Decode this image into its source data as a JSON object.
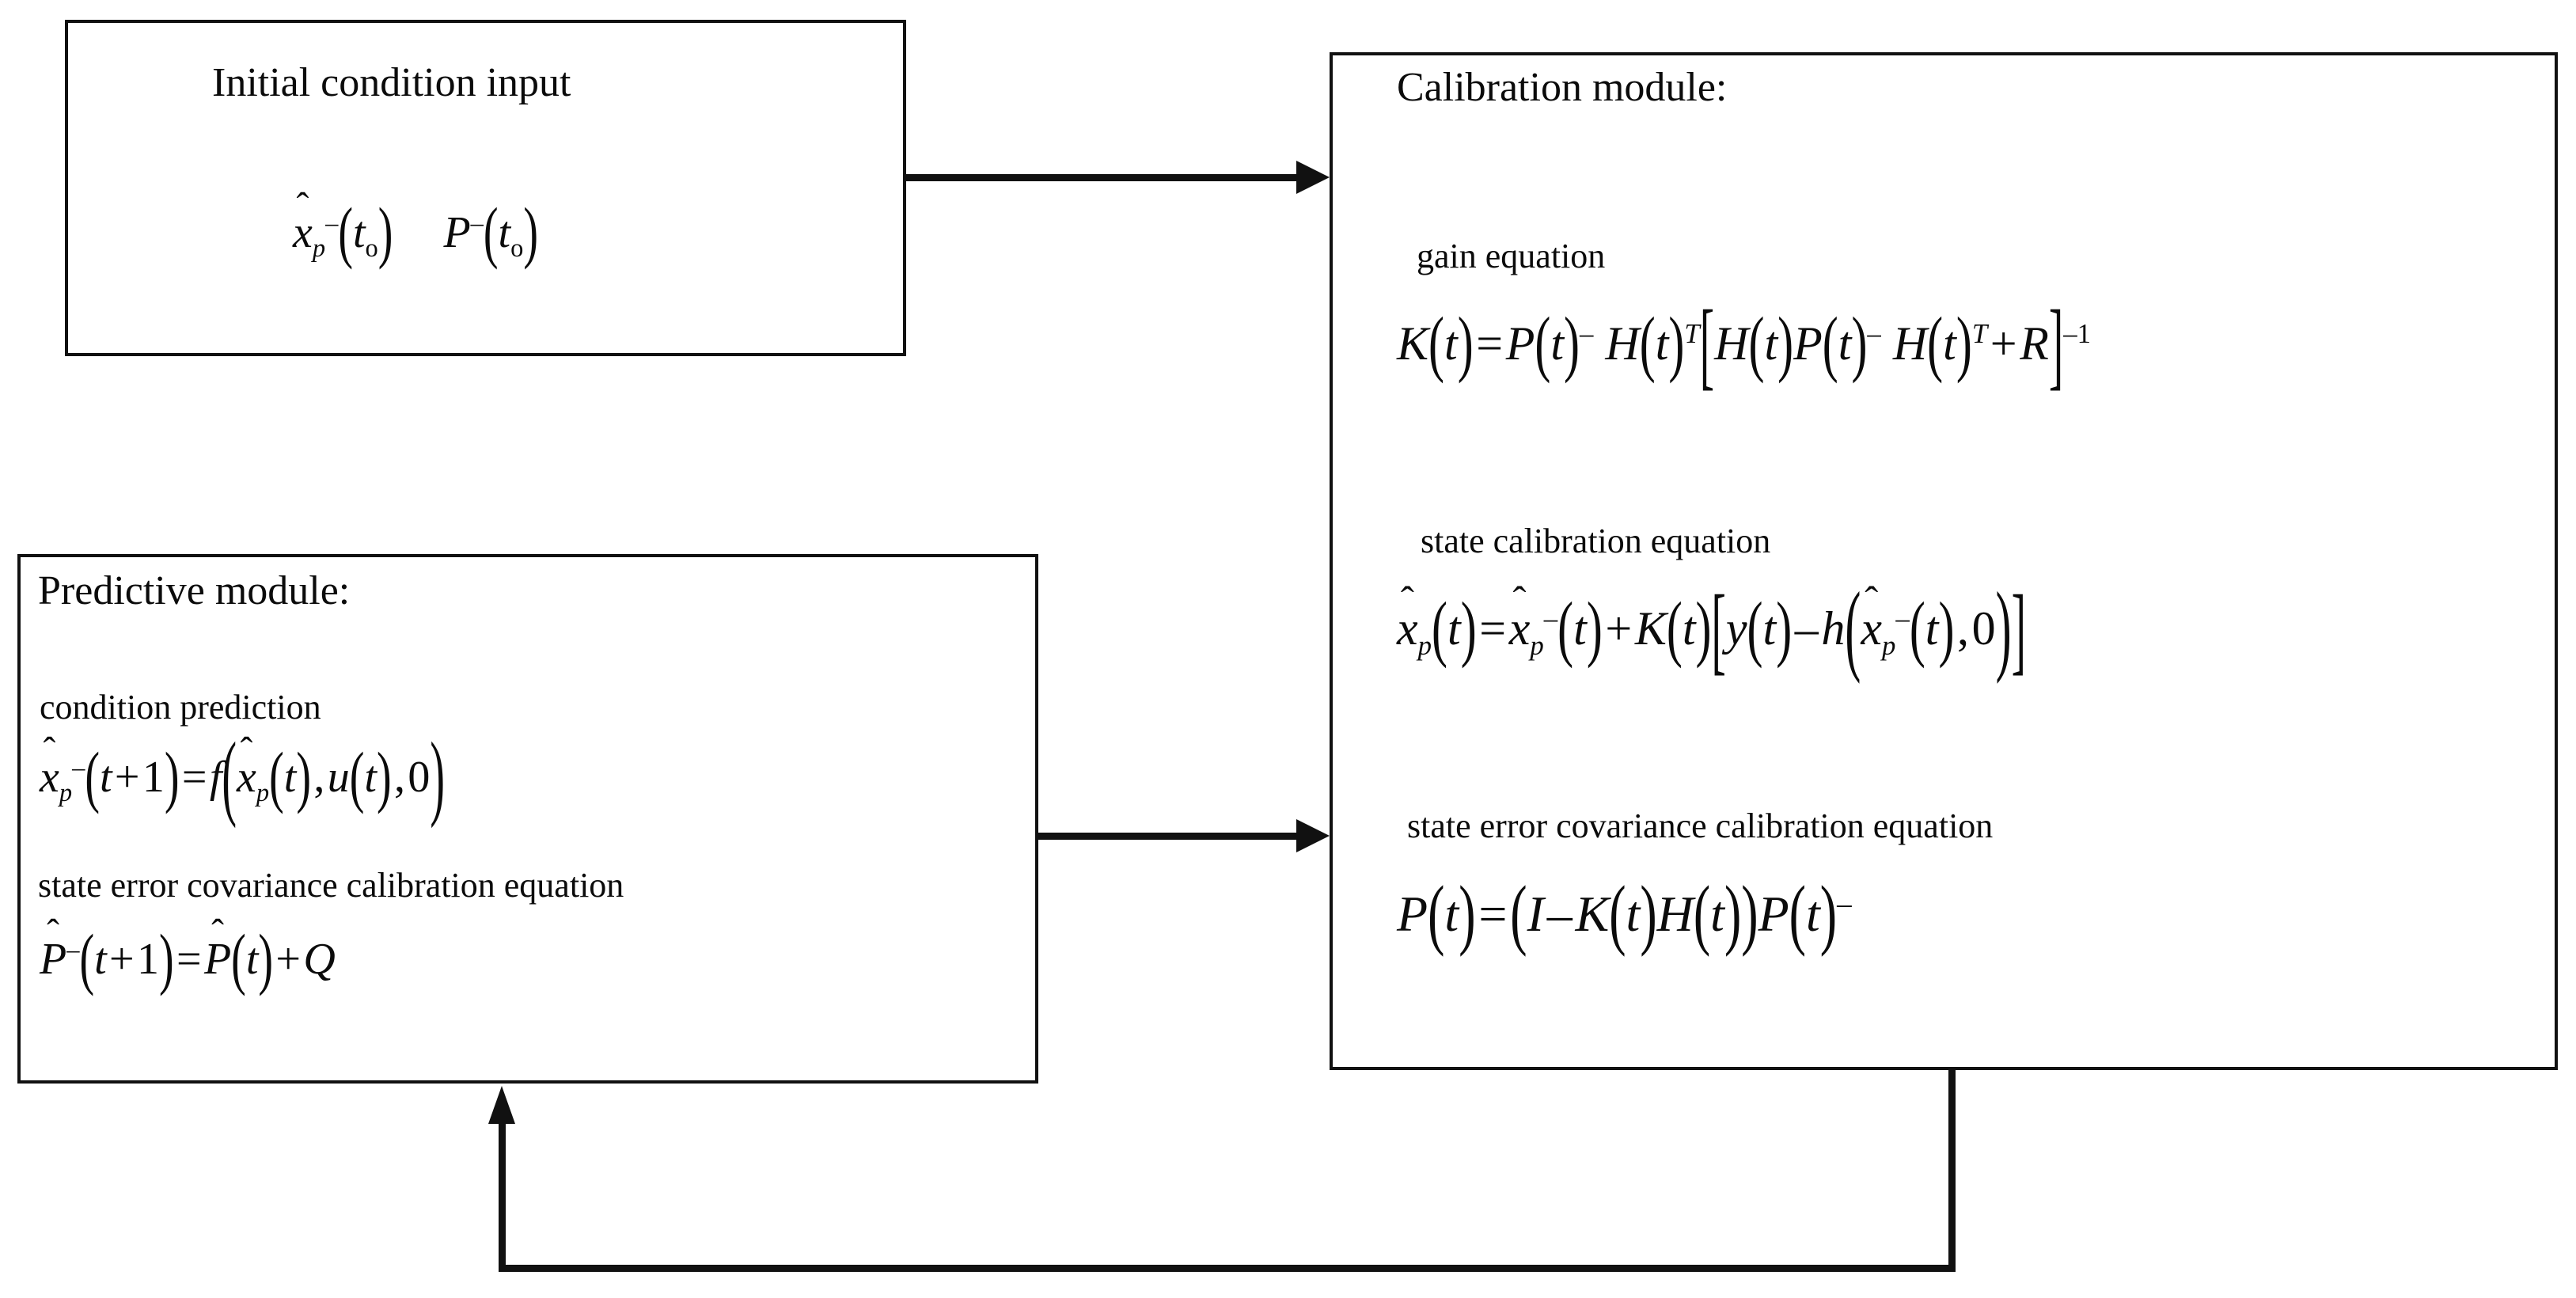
{
  "diagram": {
    "type": "flowchart",
    "title": "Extended Kalman filter predictive-calibration flow diagram",
    "background_color": "#ffffff",
    "line_color": "#111111"
  },
  "boxes": {
    "initial": {
      "title": "Initial condition input",
      "equation_plain": "x̂p⁻(tₒ)   P⁻(tₒ)",
      "parts": {
        "x_sym": "x",
        "x_hat": "ˆ",
        "x_sub": "p",
        "x_sup": "–",
        "x_arg_open": "(",
        "x_arg_var": "t",
        "x_arg_sub": "o",
        "x_arg_close": ")",
        "p_sym": "P",
        "p_sup": "–",
        "p_arg_open": "(",
        "p_arg_var": "t",
        "p_arg_sub": "o",
        "p_arg_close": ")"
      }
    },
    "calibration": {
      "title": "Calibration module:",
      "sections": [
        {
          "label": "gain equation",
          "equation_plain": "K(t) = P(t)⁻ H(t)ᵀ [ H(t)P(t)⁻ H(t)ᵀ + R ]⁻¹"
        },
        {
          "label": "state calibration equation",
          "equation_plain": "x̂p(t) = x̂p⁻(t) + K(t)[ y(t) – h( x̂p⁻(t), 0 ) ]"
        },
        {
          "label": "state error covariance calibration equation",
          "equation_plain": "P(t) = (I – K(t)H(t))P(t)⁻"
        }
      ]
    },
    "predictive": {
      "title": "Predictive module:",
      "sections": [
        {
          "label": "condition prediction",
          "equation_plain": "x̂p⁻(t+1) = f( x̂p(t), u(t), 0 )"
        },
        {
          "label": "state error covariance calibration equation",
          "equation_plain": "P̂⁻(t+1) = P̂(t) + Q"
        }
      ]
    }
  },
  "symbols": {
    "K": "K",
    "P": "P",
    "H": "H",
    "R": "R",
    "I": "I",
    "Q": "Q",
    "f": "f",
    "h": "h",
    "y": "y",
    "u": "u",
    "x": "x",
    "t": "t",
    "p": "p",
    "T": "T",
    "zero": "0",
    "one": "1",
    "minus": "–",
    "plus": "+",
    "equals": "=",
    "comma": ",",
    "paren_open": "(",
    "paren_close": ")",
    "bracket_open": "[",
    "bracket_close": "]",
    "hat": "ˆ",
    "sup_minus": "–",
    "sup_minus_one": "–1",
    "sub_o": "o",
    "t_plus_one": "t+1"
  },
  "connectors": [
    {
      "name": "initial-to-calibration",
      "from": "initial",
      "to": "calibration",
      "direction": "right"
    },
    {
      "name": "predictive-to-calibration",
      "from": "predictive",
      "to": "calibration",
      "direction": "right"
    },
    {
      "name": "calibration-feedback-to-predictive",
      "from": "calibration",
      "to": "predictive",
      "direction": "up"
    }
  ]
}
